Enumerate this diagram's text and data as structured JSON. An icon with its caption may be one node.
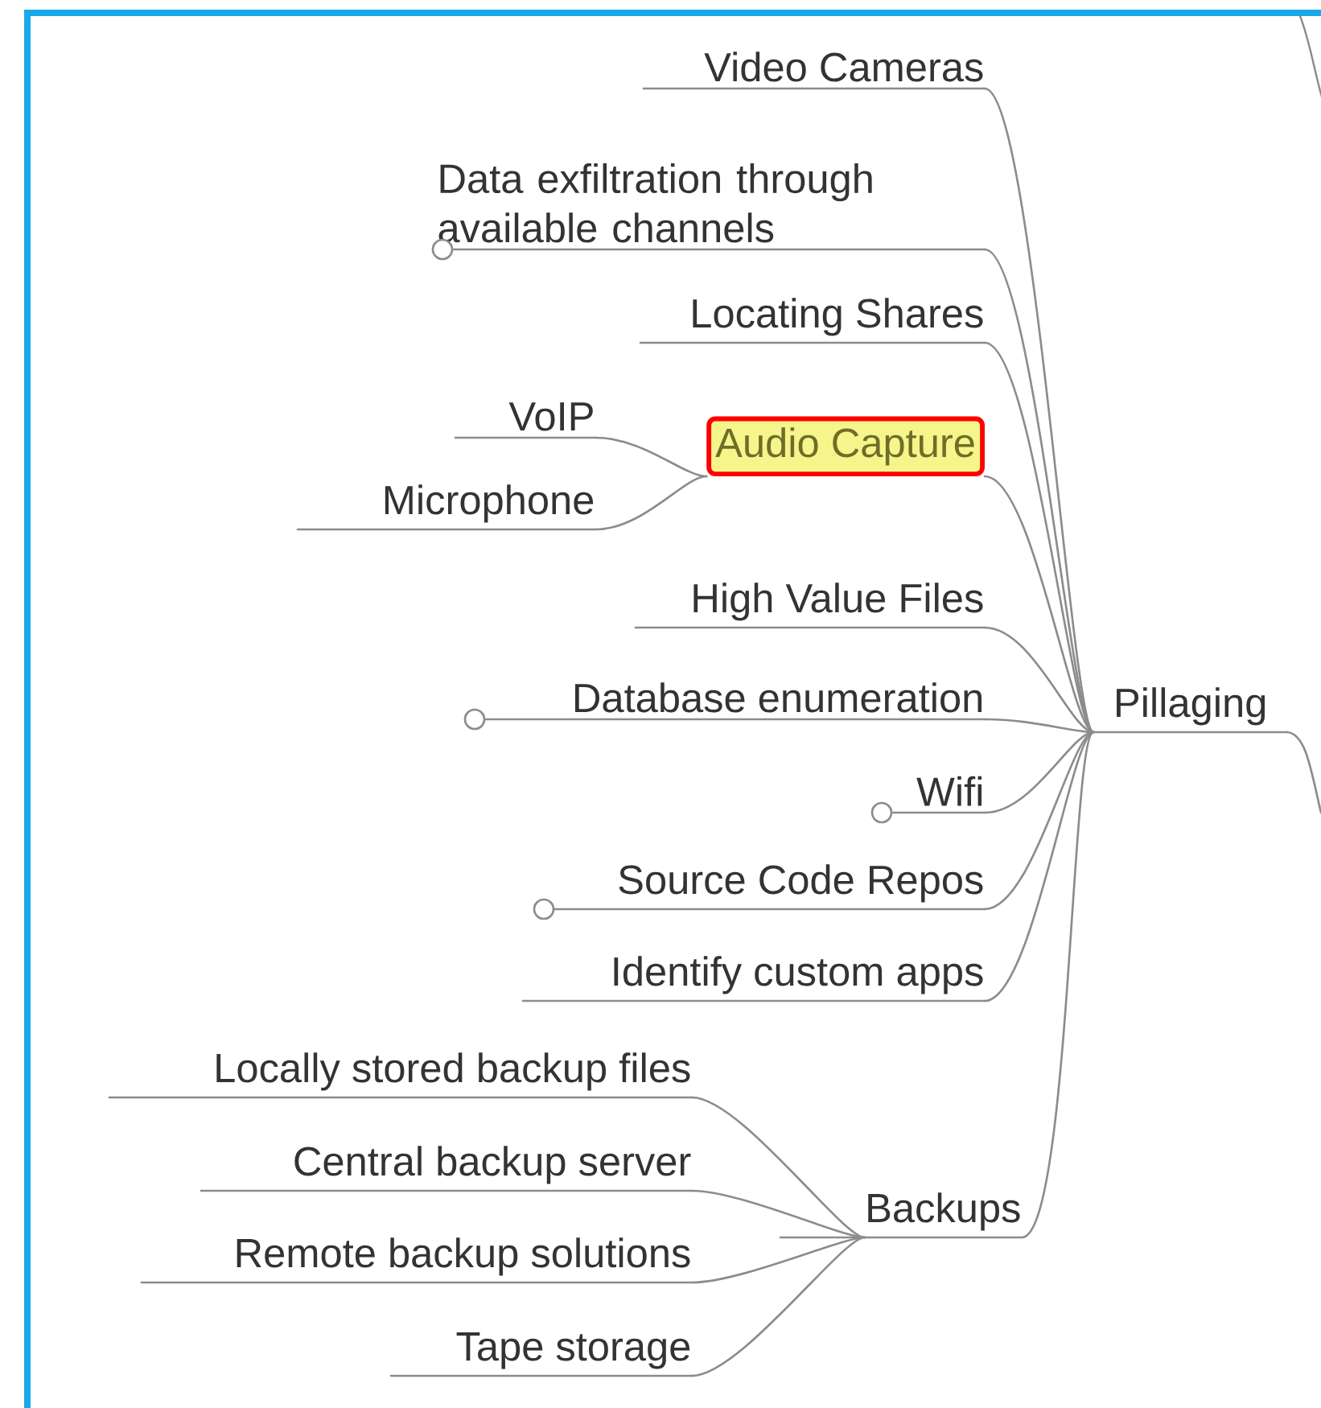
{
  "diagram": {
    "nodes": [
      {
        "text": [
          "Pillaging"
        ]
      },
      {
        "text": [
          "Video Cameras"
        ]
      },
      {
        "text": [
          "Data exfiltration through available channels"
        ]
      },
      {
        "text": [
          "Locating Shares"
        ]
      },
      {
        "text": [
          "Audio Capture"
        ]
      },
      {
        "text": [
          "VoIP"
        ]
      },
      {
        "text": [
          "Microphone"
        ]
      },
      {
        "text": [
          "High Value Files"
        ]
      },
      {
        "text": [
          "Database enumeration"
        ]
      },
      {
        "text": [
          "Wifi"
        ]
      },
      {
        "text": [
          "Source Code Repos"
        ]
      },
      {
        "text": [
          "Identify custom apps"
        ]
      },
      {
        "text": [
          "Backups"
        ]
      },
      {
        "text": [
          "Locally stored backup files"
        ]
      },
      {
        "text": [
          "Central backup server"
        ]
      },
      {
        "text": [
          "Remote backup solutions"
        ]
      },
      {
        "text": [
          "Tape storage"
        ]
      }
    ],
    "edges": [
      {
        "from": null,
        "to": 0,
        "arrow": "none"
      },
      {
        "from": 0,
        "to": 1,
        "arrow": "none"
      },
      {
        "from": 0,
        "to": 2,
        "arrow": "none"
      },
      {
        "from": 0,
        "to": 3,
        "arrow": "none"
      },
      {
        "from": 0,
        "to": 4,
        "arrow": "none"
      },
      {
        "from": 4,
        "to": 5,
        "arrow": "none"
      },
      {
        "from": 4,
        "to": 6,
        "arrow": "none"
      },
      {
        "from": 0,
        "to": 7,
        "arrow": "none"
      },
      {
        "from": 0,
        "to": 8,
        "arrow": "none"
      },
      {
        "from": 0,
        "to": 9,
        "arrow": "none"
      },
      {
        "from": 0,
        "to": 10,
        "arrow": "none"
      },
      {
        "from": 0,
        "to": 11,
        "arrow": "none"
      },
      {
        "from": 0,
        "to": 12,
        "arrow": "none"
      },
      {
        "from": 12,
        "to": 13,
        "arrow": "none"
      },
      {
        "from": 12,
        "to": 14,
        "arrow": "none"
      },
      {
        "from": 12,
        "to": 15,
        "arrow": "none"
      },
      {
        "from": 12,
        "to": 16,
        "arrow": "none"
      }
    ]
  }
}
